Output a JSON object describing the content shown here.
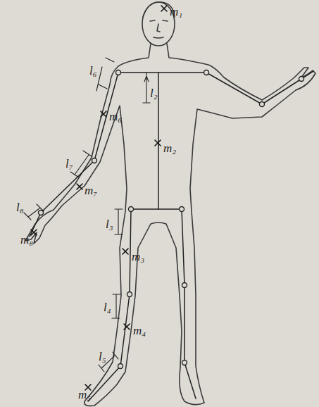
{
  "diagram": {
    "labels": [
      "m₁",
      "l₆",
      "l₂",
      "m₆",
      "m₂",
      "l₇",
      "l₃",
      "m₇",
      "l₈",
      "m₃",
      "m₈",
      "l₄",
      "m₄",
      "l₅",
      "m₅"
    ]
  }
}
